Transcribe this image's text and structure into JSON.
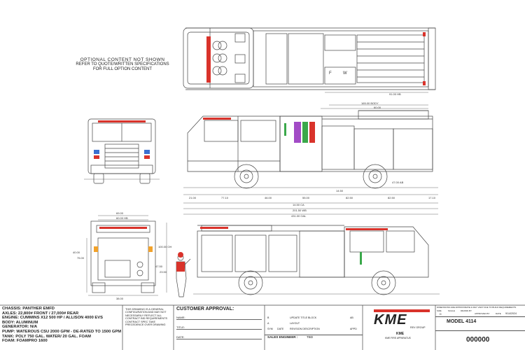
{
  "optional_note": {
    "line1": "OPTIONAL CONTENT NOT SHOWN",
    "line2": "REFER TO QUOTE/WRITTEN SPECIFICATIONS",
    "line3": "FOR FULL OPTION CONTENT"
  },
  "top_view": {
    "dim_length": "91.00 HB",
    "door_labels": [
      "F",
      "W"
    ]
  },
  "side_view": {
    "dim_body": "165.00 BODY",
    "dim_top": "60.00",
    "dims_bottom": [
      "21.00",
      "77.10",
      "46.00",
      "55.00",
      "82.50",
      "82.50",
      "47.00 AB",
      "17.10"
    ],
    "dim_mid": "14.50",
    "dim_lower": "14.50 CA",
    "dim_wb": "201.50 WB",
    "dim_oal": "431.00 OAL"
  },
  "rear_view": {
    "dims": [
      "69.00",
      "60.00 HB",
      "100.00 OH",
      "40.00",
      "75.00",
      "47.50",
      "23.50",
      "38.00"
    ]
  },
  "specs": [
    "CHASSIS: PANTHER EMFD",
    "AXLES: 22,800# FRONT / 27,000# REAR",
    "ENGINE: CUMMINS X12 500 HP / ALLISON 4000 EVS",
    "BODY: ALUMINUM",
    "GENERATOR: N/A",
    "PUMP: WATEROUS CSU 2000 GPM - DE-RATED TO 1500 GPM",
    "TANK: POLY 750 GAL. WATER/ 20 GAL. FOAM",
    "FOAM: FOAMPRO 1600"
  ],
  "disclaimer": "THIS DRAWING IS A GENERAL CONFIGURATION AND MAY NOT NECESSARILY REFLECT ALL CONTRACT BID REQUIREMENTS CONTRACT SPEC TAKE PRECEDENCE OVER DRAWING",
  "customer": {
    "heading": "CUSTOMER APPROVAL:",
    "fields": [
      "NAME:",
      "TITLE:",
      "DATE:"
    ]
  },
  "revisions": {
    "rows": [
      [
        "B",
        "",
        "UPDATE TITLE BLOCK",
        "",
        "AB"
      ],
      [
        "A",
        "",
        "LAYOUT",
        "",
        ""
      ],
      [
        "SYM",
        "DATE",
        "REVISION DESCRIPTION",
        "",
        "APPD"
      ]
    ],
    "sales_engineer_label": "SALES ENGINEER :",
    "sales_engineer_value": "TBD"
  },
  "logo": {
    "text": "KME",
    "sub": "REV GROUP",
    "name": "KME",
    "address": "KME FIRE APPARATUS"
  },
  "title_block": {
    "header": "DIMENSIONS ARE APPROXIMATE & MAY VARY DUE TO BUILD REQUIREMENTS",
    "labels": [
      "SIZE",
      "SCALE",
      "DRAWN BY",
      "APPROVED BY",
      "DATE"
    ],
    "values": [
      "D",
      "",
      "",
      "",
      "9/14/2024"
    ],
    "model": "MODEL 4114",
    "drawing_no": "000000"
  },
  "colors": {
    "red": "#d9332b",
    "blue": "#3b6fd0",
    "green": "#3aa84a",
    "purple": "#a24bc6",
    "line": "#444444"
  }
}
